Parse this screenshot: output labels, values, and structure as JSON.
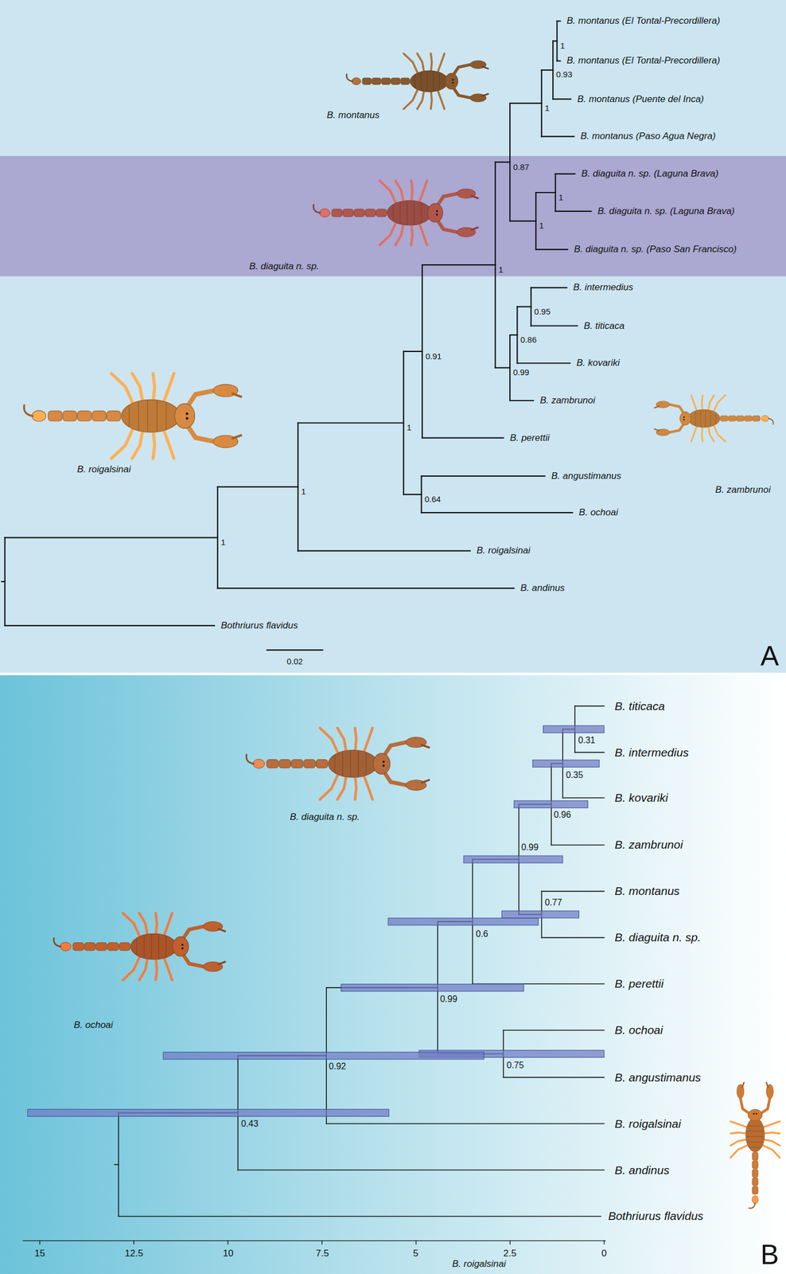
{
  "diagram": {
    "nodes": [
      {
        "text": [
          "A"
        ]
      },
      {
        "text": [
          "B. diaguita n. sp. (Laguna Brava)",
          "B. diaguita n. sp. (Laguna Brava)",
          "B. diaguita n. sp. (Paso San Francisco)",
          "B. diaguita n. sp."
        ],
        "in": 0
      },
      {
        "text": [
          "B"
        ]
      }
    ],
    "labels": [
      "B. montanus (El Tontal-Precordillera)",
      "B. montanus (El Tontal-Precordillera)",
      "B. montanus (Puente del Inca)",
      "B. montanus (Paso Agua Negra)",
      "B. intermedius",
      "B. titicaca",
      "B. kovariki",
      "B. zambrunoi",
      "B. perettii",
      "B. angustimanus",
      "B. ochoai",
      "B. roigalsinai",
      "B. andinus",
      "Bothriurus flavidus",
      "1",
      "0.93",
      "1",
      "0.87",
      "1",
      "1",
      "1",
      "0.95",
      "0.86",
      "0.99",
      "0.91",
      "1",
      "0.64",
      "1",
      "1",
      "B. montanus",
      "B. roigalsinai",
      "B. zambrunoi",
      "0.02",
      "B. titicaca",
      "B. intermedius",
      "B. kovariki",
      "B. zambrunoi",
      "B. montanus",
      "B. diaguita n. sp.",
      "B. perettii",
      "B. ochoai",
      "B. angustimanus",
      "B. roigalsinai",
      "B. andinus",
      "Bothriurus flavidus",
      "0.31",
      "0.35",
      "0.96",
      "0.99",
      "0.77",
      "0.6",
      "0.99",
      "0.75",
      "0.92",
      "0.43",
      "15",
      "12.5",
      "10",
      "7.5",
      "5",
      "2.5",
      "0",
      "B. diaguita n. sp.",
      "B. ochoai",
      "B. roigalsinai"
    ]
  }
}
